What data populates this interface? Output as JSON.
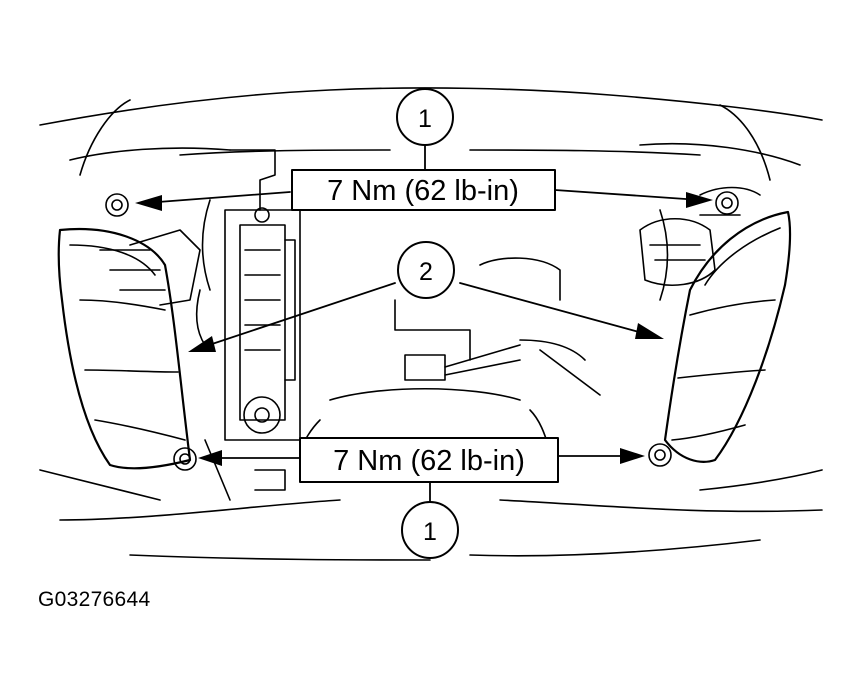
{
  "diagram": {
    "callouts": [
      {
        "id": "callout-top",
        "number": "1"
      },
      {
        "id": "callout-middle",
        "number": "2"
      },
      {
        "id": "callout-bottom",
        "number": "1"
      }
    ],
    "torque_labels": {
      "top": "7 Nm (62 lb-in)",
      "bottom": "7 Nm (62 lb-in)"
    },
    "figure_id": "G03276644"
  }
}
